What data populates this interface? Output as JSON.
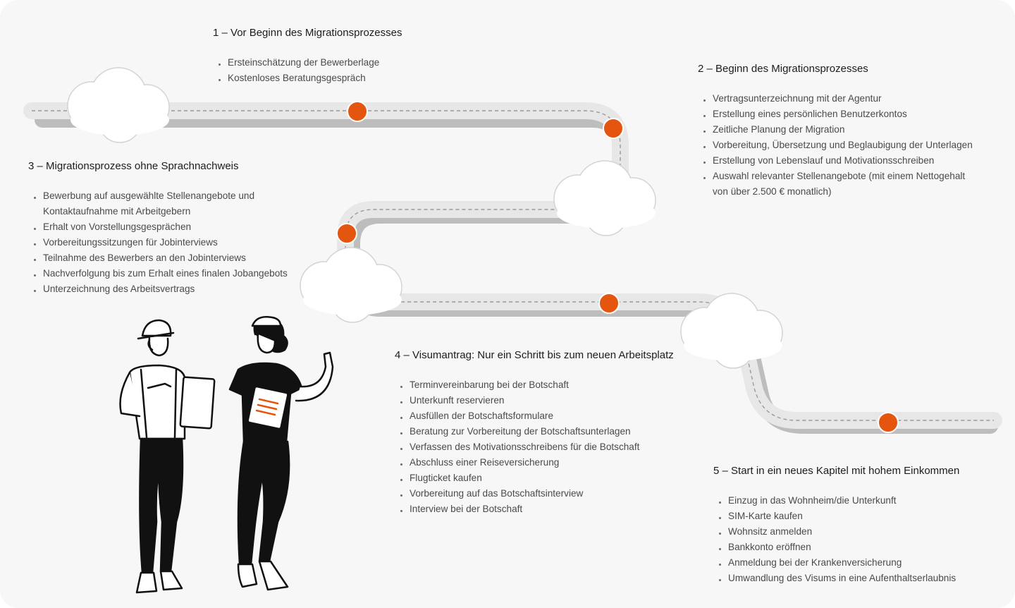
{
  "colors": {
    "background": "#f7f7f7",
    "road": "#e7e7e7",
    "road_shadow": "#bdbdbd",
    "dash": "#9a9a9a",
    "milestone": "#e4550f",
    "text": "#1f1f1f",
    "muted_text": "#4a4a4a"
  },
  "steps": [
    {
      "title": "1 – Vor Beginn des Migrationsprozesses",
      "items": [
        "Ersteinschätzung der Bewerberlage",
        "Kostenloses Beratungsgespräch"
      ]
    },
    {
      "title": "2 – Beginn des Migrationsprozesses",
      "items": [
        "Vertragsunterzeichnung mit der Agentur",
        "Erstellung eines persönlichen Benutzerkontos",
        "Zeitliche Planung der Migration",
        "Vorbereitung, Übersetzung und Beglaubigung der Unterlagen",
        "Erstellung von Lebenslauf und Motivationsschreiben",
        "Auswahl relevanter Stellenangebote (mit einem Nettogehalt von über 2.500 € monatlich)"
      ]
    },
    {
      "title": "3 – Migrationsprozess ohne Sprachnachweis",
      "items": [
        "Bewerbung auf ausgewählte Stellenangebote und Kontaktaufnahme mit Arbeitgebern",
        "Erhalt von Vorstellungsgesprächen",
        "Vorbereitungssitzungen für Jobinterviews",
        "Teilnahme des Bewerbers an den Jobinterviews",
        "Nachverfolgung bis zum Erhalt eines finalen Jobangebots",
        "Unterzeichnung des Arbeitsvertrags"
      ]
    },
    {
      "title": "4 – Visumantrag: Nur ein Schritt bis zum neuen Arbeitsplatz",
      "items": [
        "Terminvereinbarung bei der Botschaft",
        "Unterkunft reservieren",
        "Ausfüllen der Botschaftsformulare",
        "Beratung zur Vorbereitung der Botschaftsunterlagen",
        "Verfassen des Motivationsschreibens für die Botschaft",
        "Abschluss einer Reiseversicherung",
        "Flugticket kaufen",
        "Vorbereitung auf das Botschaftsinterview",
        "Interview bei der Botschaft"
      ]
    },
    {
      "title": "5 – Start in ein neues Kapitel mit hohem Einkommen",
      "items": [
        "Einzug in das Wohnheim/die Unterkunft",
        "SIM-Karte kaufen",
        "Wohnsitz anmelden",
        "Bankkonto eröffnen",
        "Anmeldung bei der Krankenversicherung",
        "Umwandlung des Visums in eine Aufenthaltserlaubnis"
      ]
    }
  ]
}
